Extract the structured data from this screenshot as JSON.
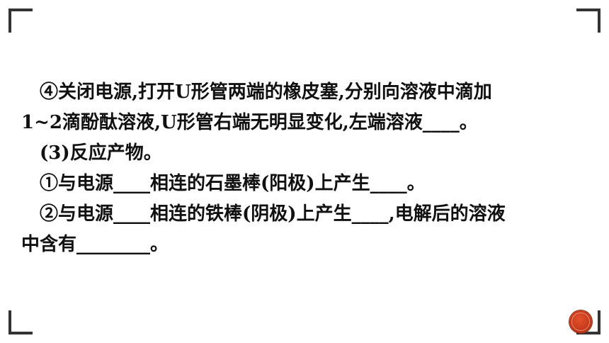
{
  "lines": [
    "④关闭电源,打开U形管两端的橡皮塞,分别向溶液中滴加",
    "1~2滴酚酞溶液,U形管右端无明显变化,左端溶液____。",
    "(3)反应产物。",
    "①与电源____相连的石墨棒(阳极)上产生____。",
    "②与电源____相连的铁棒(阴极)上产生____,电解后的溶液",
    "中含有________。"
  ],
  "colors": {
    "text": "#111111",
    "corner_brackets": "#333333",
    "badge": "#c3371a"
  }
}
